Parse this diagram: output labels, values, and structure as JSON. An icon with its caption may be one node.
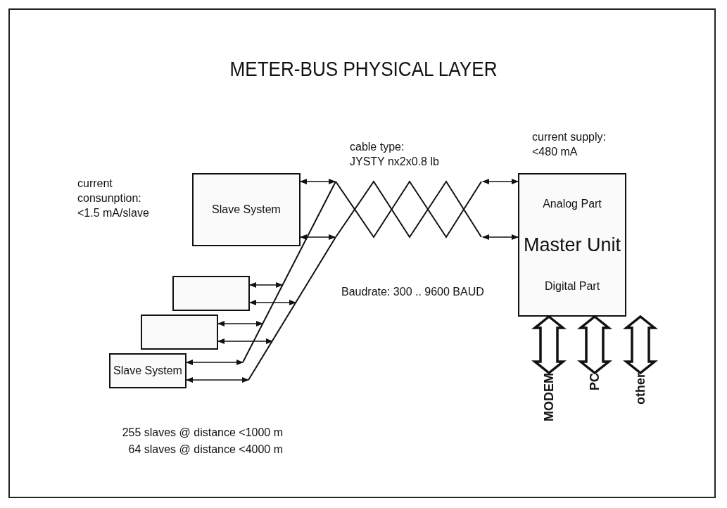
{
  "diagram": {
    "title": "METER-BUS PHYSICAL LAYER",
    "nodes": [
      {
        "text": [
          "Slave System"
        ],
        "beside": [
          "current consunption: <1.5 mA/slave"
        ]
      },
      {
        "text": [],
        "shape": "box"
      },
      {
        "text": [],
        "shape": "box"
      },
      {
        "text": [
          "Slave System"
        ]
      },
      {
        "text": [],
        "shape": "cable"
      },
      {
        "text": [
          "Analog Part",
          "Master Unit",
          "Digital Part"
        ]
      },
      {
        "text": [
          "MODEM"
        ]
      },
      {
        "text": [
          "PC"
        ]
      },
      {
        "text": [
          "other"
        ]
      }
    ],
    "edges": [
      {
        "from": 0,
        "to": 4,
        "arrow": "both"
      },
      {
        "from": 0,
        "to": 4,
        "arrow": "both"
      },
      {
        "from": 1,
        "to": 4,
        "arrow": "both"
      },
      {
        "from": 1,
        "to": 4,
        "arrow": "both"
      },
      {
        "from": 2,
        "to": 4,
        "arrow": "both"
      },
      {
        "from": 2,
        "to": 4,
        "arrow": "both"
      },
      {
        "from": 3,
        "to": 4,
        "arrow": "both"
      },
      {
        "from": 3,
        "to": 4,
        "arrow": "both"
      },
      {
        "from": 4,
        "to": 5,
        "arrow": "both"
      },
      {
        "from": 4,
        "to": 5,
        "arrow": "both"
      },
      {
        "from": 5,
        "to": 6,
        "arrow": "both",
        "style": "thick"
      },
      {
        "from": 5,
        "to": 7,
        "arrow": "both",
        "style": "thick"
      },
      {
        "from": 5,
        "to": 8,
        "arrow": "both",
        "style": "thick"
      }
    ],
    "labels": [
      "cable type: JYSTY nx2x0.8 lb",
      "current supply: <480 mA",
      "Baudrate: 300 .. 9600 BAUD",
      "255 slaves @ distance <1000 m",
      "64 slaves @ distance <4000 m"
    ]
  }
}
